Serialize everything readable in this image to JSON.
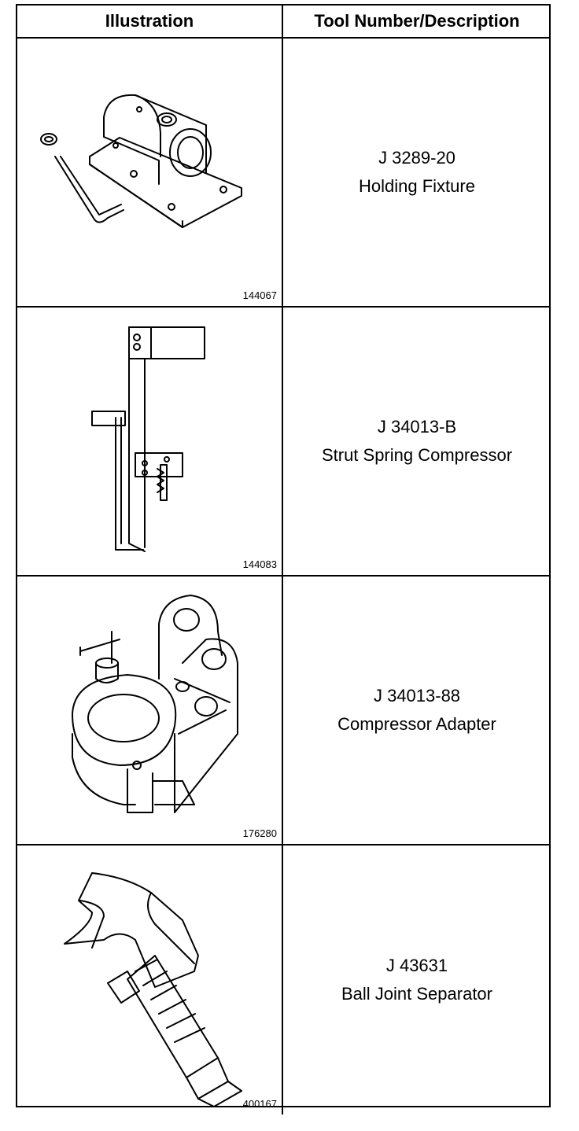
{
  "table": {
    "headers": {
      "illustration": "Illustration",
      "tool": "Tool Number/Description"
    },
    "rows": [
      {
        "figure_id": "144067",
        "icon": "holding-fixture-icon",
        "tool_number": "J 3289-20",
        "description": "Holding Fixture"
      },
      {
        "figure_id": "144083",
        "icon": "strut-spring-compressor-icon",
        "tool_number": "J 34013-B",
        "description": "Strut Spring Compressor"
      },
      {
        "figure_id": "176280",
        "icon": "compressor-adapter-icon",
        "tool_number": "J 34013-88",
        "description": "Compressor Adapter"
      },
      {
        "figure_id": "400167",
        "icon": "ball-joint-separator-icon",
        "tool_number": "J 43631",
        "description": "Ball Joint Separator"
      }
    ]
  }
}
